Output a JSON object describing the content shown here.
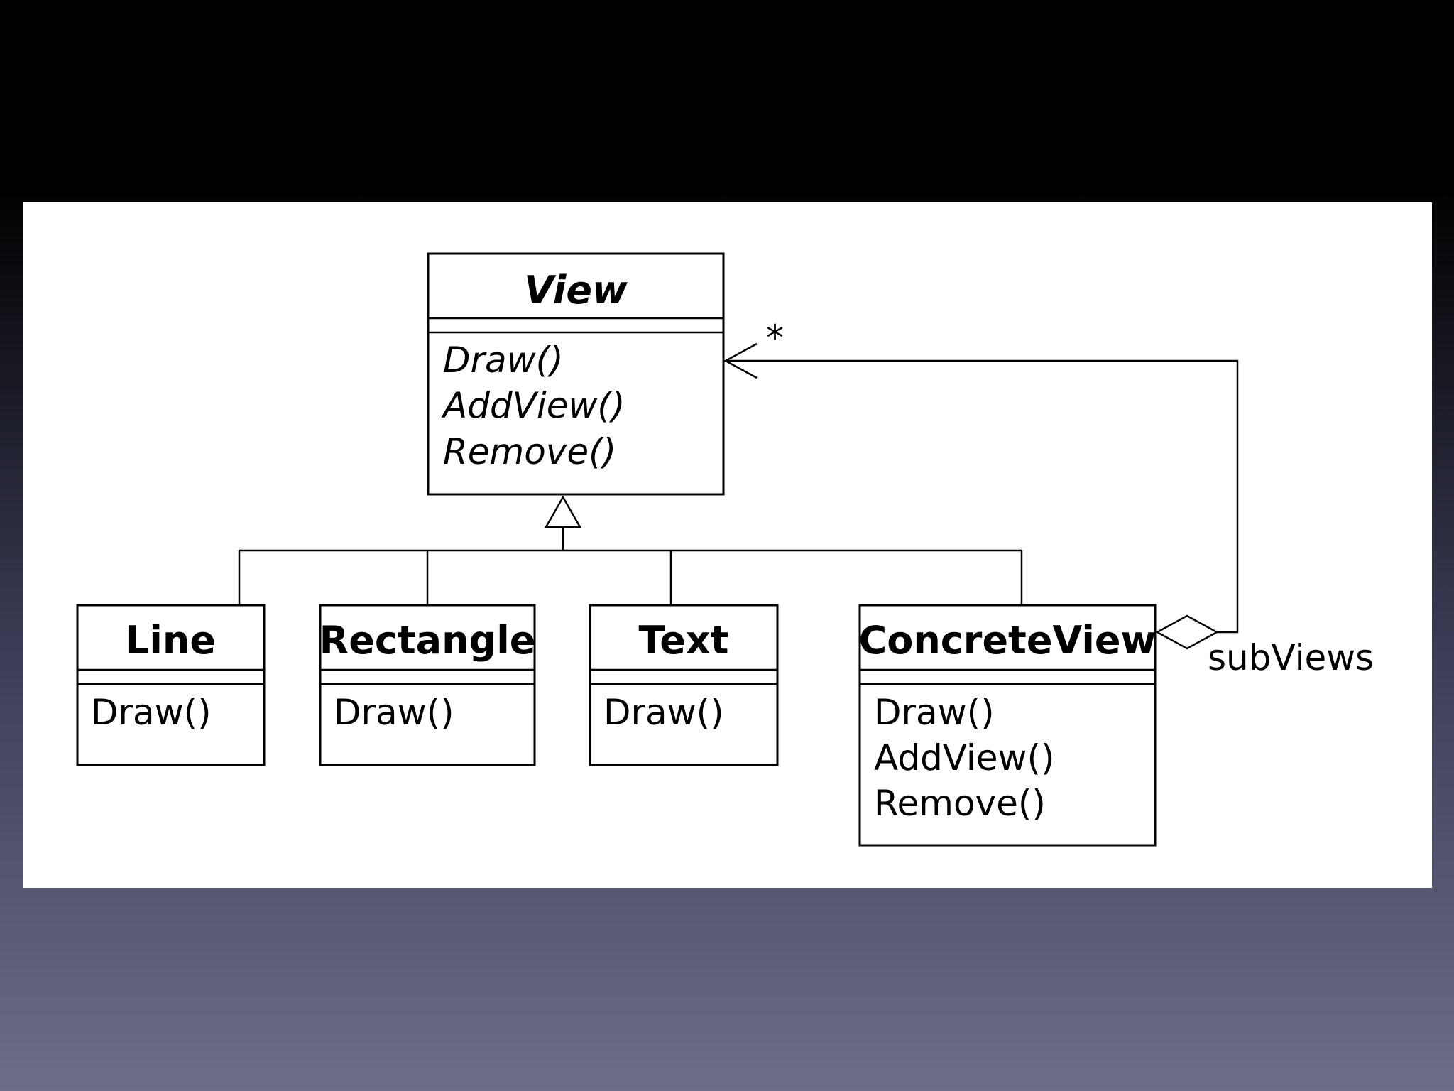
{
  "background": {
    "panel_color": "#ffffff",
    "top_color": "#000000",
    "bottom_color": "#6c6d88"
  },
  "diagram": {
    "classes": {
      "view": {
        "name": "View",
        "abstract": true,
        "operations": [
          "Draw()",
          "AddView()",
          "Remove()"
        ]
      },
      "line": {
        "name": "Line",
        "operations": [
          "Draw()"
        ]
      },
      "rectangle": {
        "name": "Rectangle",
        "operations": [
          "Draw()"
        ]
      },
      "text": {
        "name": "Text",
        "operations": [
          "Draw()"
        ]
      },
      "concrete_view": {
        "name": "ConcreteView",
        "operations": [
          "Draw()",
          "AddView()",
          "Remove()"
        ]
      }
    },
    "relationships": {
      "inheritance": {
        "parent": "View",
        "children": [
          "Line",
          "Rectangle",
          "Text",
          "ConcreteView"
        ]
      },
      "aggregation": {
        "whole": "ConcreteView",
        "part": "View",
        "role": "subViews",
        "multiplicity": "*"
      }
    }
  }
}
